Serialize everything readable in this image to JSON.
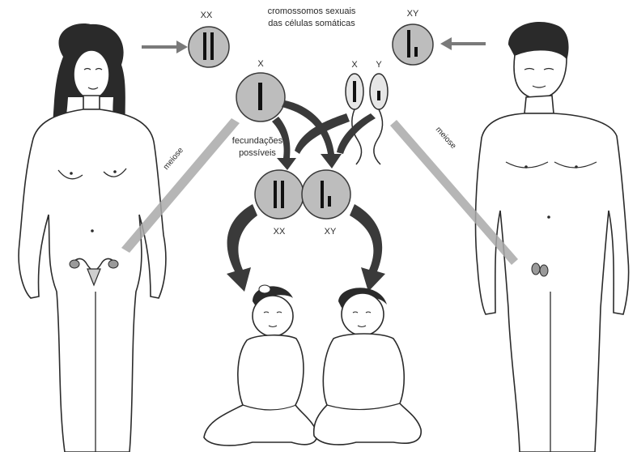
{
  "labels": {
    "somatic_title_line1": "cromossomos sexuais",
    "somatic_title_line2": "das células somáticas",
    "female_somatic": "XX",
    "male_somatic": "XY",
    "egg": "X",
    "sperm_x": "X",
    "sperm_y": "Y",
    "fertilization_line1": "fecundações",
    "fertilization_line2": "possíveis",
    "zygote_xx": "XX",
    "zygote_xy": "XY",
    "meiosis_left": "meiose",
    "meiosis_right": "meiose"
  },
  "icons": {
    "woman": "woman-figure-icon",
    "man": "man-figure-icon",
    "girl": "baby-girl-icon",
    "boy": "baby-boy-icon"
  }
}
